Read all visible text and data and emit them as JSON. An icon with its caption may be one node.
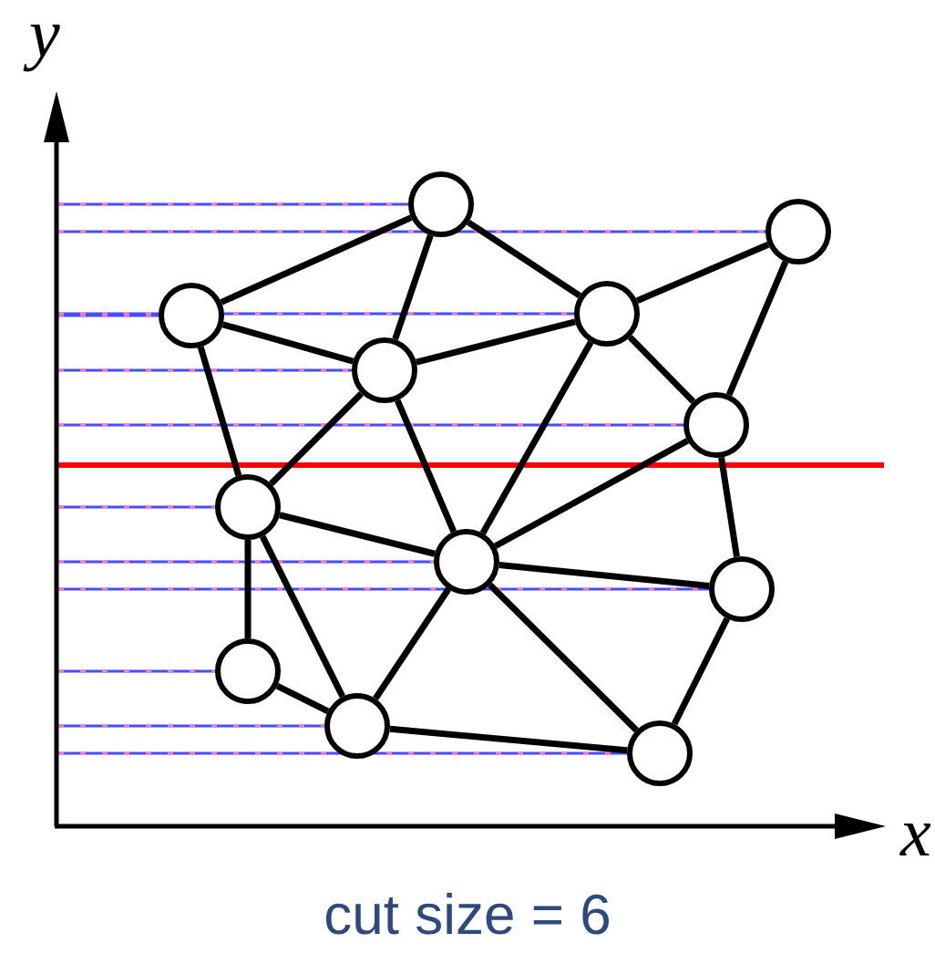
{
  "diagram": {
    "caption": "cut size = 6",
    "nodes": [
      {
        "text": [],
        "shape": "circle"
      },
      {
        "text": [],
        "shape": "circle"
      },
      {
        "text": [],
        "shape": "circle"
      },
      {
        "text": [],
        "shape": "circle"
      },
      {
        "text": [],
        "shape": "circle"
      },
      {
        "text": [],
        "shape": "circle"
      },
      {
        "text": [],
        "shape": "circle"
      },
      {
        "text": [],
        "shape": "circle"
      },
      {
        "text": [],
        "shape": "circle"
      },
      {
        "text": [],
        "shape": "circle"
      },
      {
        "text": [],
        "shape": "circle"
      },
      {
        "text": [],
        "shape": "circle"
      }
    ],
    "edges": [
      {
        "from": 0,
        "to": 2,
        "arrow": "none"
      },
      {
        "from": 0,
        "to": 4,
        "arrow": "none"
      },
      {
        "from": 0,
        "to": 3,
        "arrow": "none"
      },
      {
        "from": 2,
        "to": 4,
        "arrow": "none"
      },
      {
        "from": 2,
        "to": 6,
        "arrow": "none"
      },
      {
        "from": 4,
        "to": 3,
        "arrow": "none"
      },
      {
        "from": 3,
        "to": 1,
        "arrow": "none"
      },
      {
        "from": 1,
        "to": 5,
        "arrow": "none"
      },
      {
        "from": 3,
        "to": 5,
        "arrow": "none"
      },
      {
        "from": 4,
        "to": 6,
        "arrow": "none"
      },
      {
        "from": 4,
        "to": 7,
        "arrow": "none"
      },
      {
        "from": 3,
        "to": 7,
        "arrow": "none"
      },
      {
        "from": 5,
        "to": 7,
        "arrow": "none"
      },
      {
        "from": 5,
        "to": 8,
        "arrow": "none"
      },
      {
        "from": 6,
        "to": 7,
        "arrow": "none"
      },
      {
        "from": 6,
        "to": 9,
        "arrow": "none"
      },
      {
        "from": 6,
        "to": 10,
        "arrow": "none"
      },
      {
        "from": 9,
        "to": 10,
        "arrow": "none"
      },
      {
        "from": 7,
        "to": 8,
        "arrow": "none"
      },
      {
        "from": 7,
        "to": 10,
        "arrow": "none"
      },
      {
        "from": 7,
        "to": 11,
        "arrow": "none"
      },
      {
        "from": 8,
        "to": 11,
        "arrow": "none"
      },
      {
        "from": 10,
        "to": 11,
        "arrow": "none"
      }
    ],
    "labels": [
      "y",
      "x"
    ]
  }
}
